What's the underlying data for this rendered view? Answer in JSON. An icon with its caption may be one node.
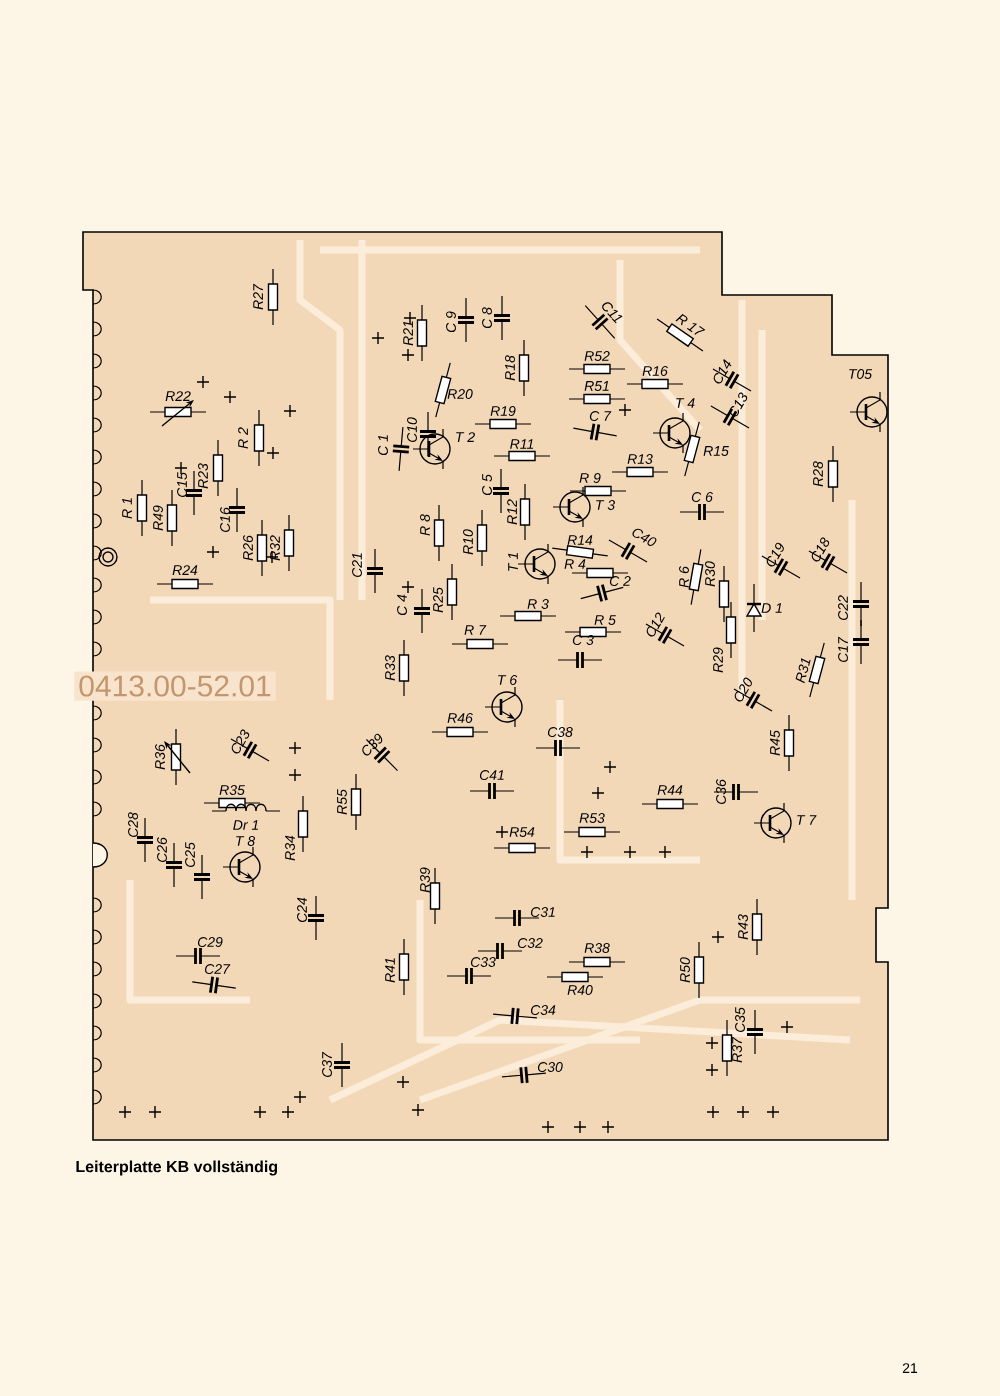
{
  "diagram": {
    "caption": "Leiterplatte KB vollständig",
    "labels": [
      "R27",
      "R21",
      "C 9",
      "C 8",
      "C11",
      "R 17",
      "R18",
      "R52",
      "R16",
      "C14",
      "R51",
      "T05",
      "C13",
      "R22",
      "R20",
      "R19",
      "C 7",
      "T 4",
      "C 1",
      "C10",
      "R 2",
      "T 2",
      "R11",
      "R15",
      "R13",
      "R28",
      "R 1",
      "R23",
      "C15",
      "C 5",
      "R 9",
      "T 3",
      "C 6",
      "R49",
      "R12",
      "R 8",
      "C16",
      "R26",
      "R32",
      "R10",
      "C40",
      "R14",
      "C19",
      "C18",
      "T 1",
      "R 4",
      "R 6",
      "R30",
      "C21",
      "R24",
      "C 2",
      "D 1",
      "C22",
      "C 4",
      "R25",
      "R 3",
      "C12",
      "R 5",
      "R 7",
      "C17",
      "C 3",
      "R29",
      "R33",
      "R31",
      "C20",
      "T 6",
      "R46",
      "C38",
      "R45",
      "C39",
      "R36",
      "C23",
      "C41",
      "R35",
      "C36",
      "R44",
      "R55",
      "R53",
      "Dr 1",
      "T 8",
      "C28",
      "R54",
      "T 7",
      "C26",
      "C25",
      "R34",
      "R39",
      "C24",
      "C31",
      "R43",
      "C29",
      "C32",
      "R38",
      "C27",
      "C33",
      "R41",
      "R40",
      "R50",
      "C34",
      "C35",
      "R37",
      "C37",
      "C30",
      "0413.00-52.01",
      "21"
    ]
  }
}
